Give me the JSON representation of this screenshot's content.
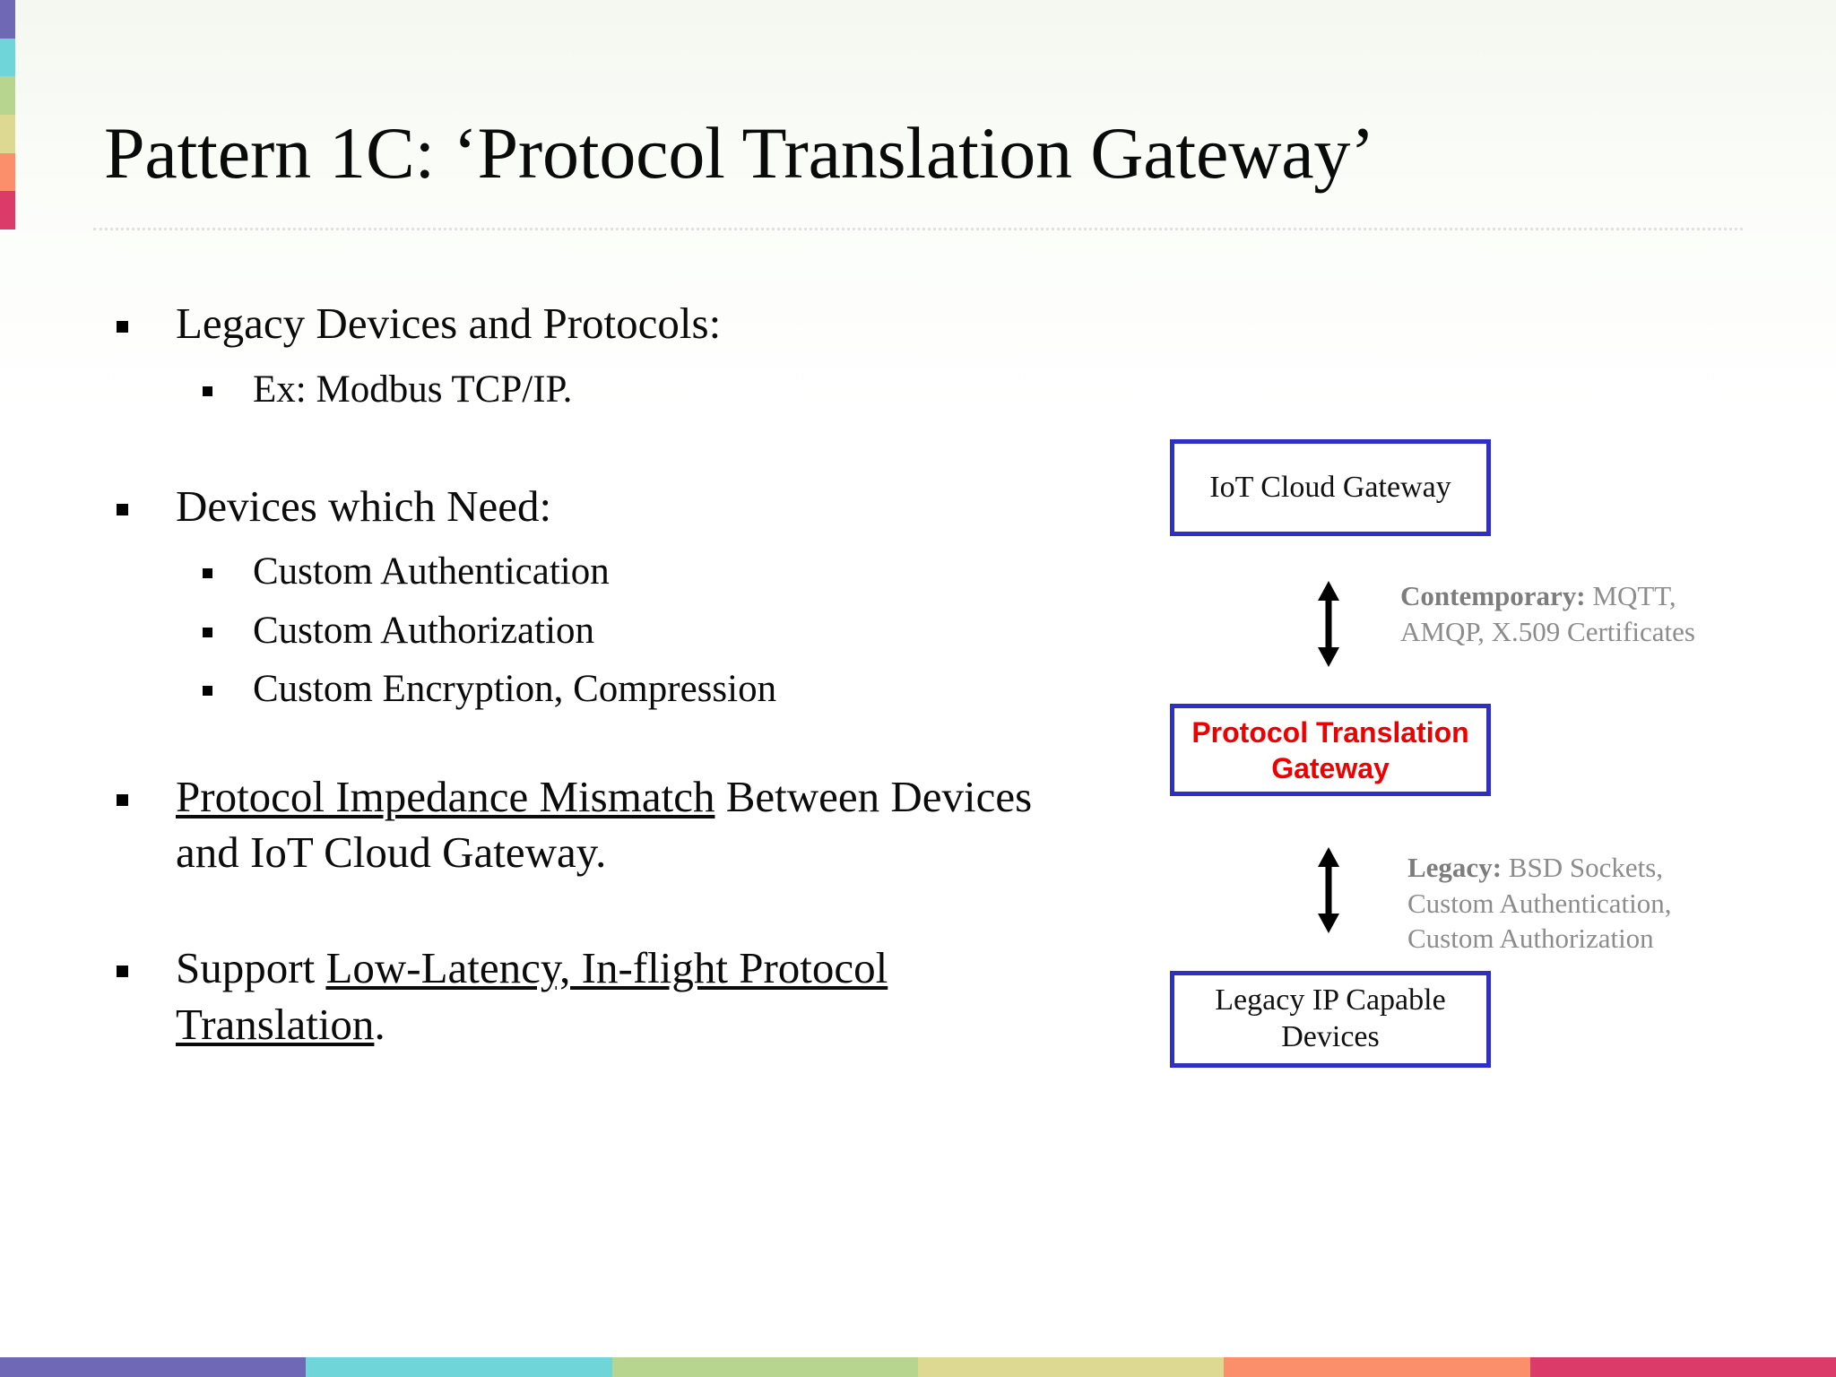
{
  "slide": {
    "title": "Pattern 1C: ‘Protocol Translation Gateway’"
  },
  "theme": {
    "accent_blue": "#2f2fc4",
    "accent_red": "#ee0000",
    "annotation_gray": "#8c8c8c",
    "rule_color": "#dfe2df",
    "strip_colors": [
      "#6f68b4",
      "#6fd5d9",
      "#b8d590",
      "#ddd992",
      "#fc8f6b",
      "#da3b68"
    ]
  },
  "bullets": [
    {
      "level": 1,
      "text": "Legacy Devices and Protocols:",
      "underline": null
    },
    {
      "level": 2,
      "text": "Ex: Modbus TCP/IP.",
      "underline": null
    },
    {
      "level": 1,
      "text": "Devices which Need:",
      "underline": null
    },
    {
      "level": 2,
      "text": "Custom Authentication",
      "underline": null
    },
    {
      "level": 2,
      "text": "Custom Authorization",
      "underline": null
    },
    {
      "level": 2,
      "text": "Custom Encryption, Compression",
      "underline": null
    },
    {
      "level": 1,
      "text": "Protocol Impedance Mismatch Between Devices and IoT Cloud Gateway.",
      "underline": "Protocol Impedance Mismatch"
    },
    {
      "level": 1,
      "text": "Support Low-Latency, In-flight Protocol Translation.",
      "underline": "Low-Latency, In-flight Protocol Translation"
    }
  ],
  "bullet_parts": {
    "b1": "Legacy Devices and Protocols:",
    "b2": "Ex: Modbus TCP/IP.",
    "b3": "Devices which Need:",
    "b4": "Custom Authentication",
    "b5": "Custom Authorization",
    "b6": "Custom Encryption, Compression",
    "b7_underlined": "Protocol Impedance Mismatch",
    "b7_rest": " Between Devices and IoT Cloud Gateway.",
    "b8_lead": "Support ",
    "b8_underlined": "Low-Latency, In-flight Protocol Translation",
    "b8_tail": "."
  },
  "diagram": {
    "boxes": [
      {
        "id": "cloud",
        "label": "IoT Cloud Gateway",
        "text_color": "#111111",
        "border_color": "#2f2fc4",
        "bold": false
      },
      {
        "id": "ptg",
        "label": "Protocol Translation Gateway",
        "text_color": "#ee0000",
        "border_color": "#2f2fc4",
        "bold": true
      },
      {
        "id": "legacy",
        "label": "Legacy IP Capable Devices",
        "text_color": "#111111",
        "border_color": "#2f2fc4",
        "bold": false
      }
    ],
    "connectors": [
      {
        "id": "top",
        "type": "double-headed-vertical-arrow",
        "color": "#000000"
      },
      {
        "id": "bottom",
        "type": "double-headed-vertical-arrow",
        "color": "#000000"
      }
    ],
    "annotations": [
      {
        "id": "top",
        "label": "Contemporary:",
        "value": " MQTT, AMQP, X.509 Certificates"
      },
      {
        "id": "bottom",
        "label": "Legacy:",
        "value": " BSD Sockets, Custom Authentication, Custom Authorization"
      }
    ]
  }
}
